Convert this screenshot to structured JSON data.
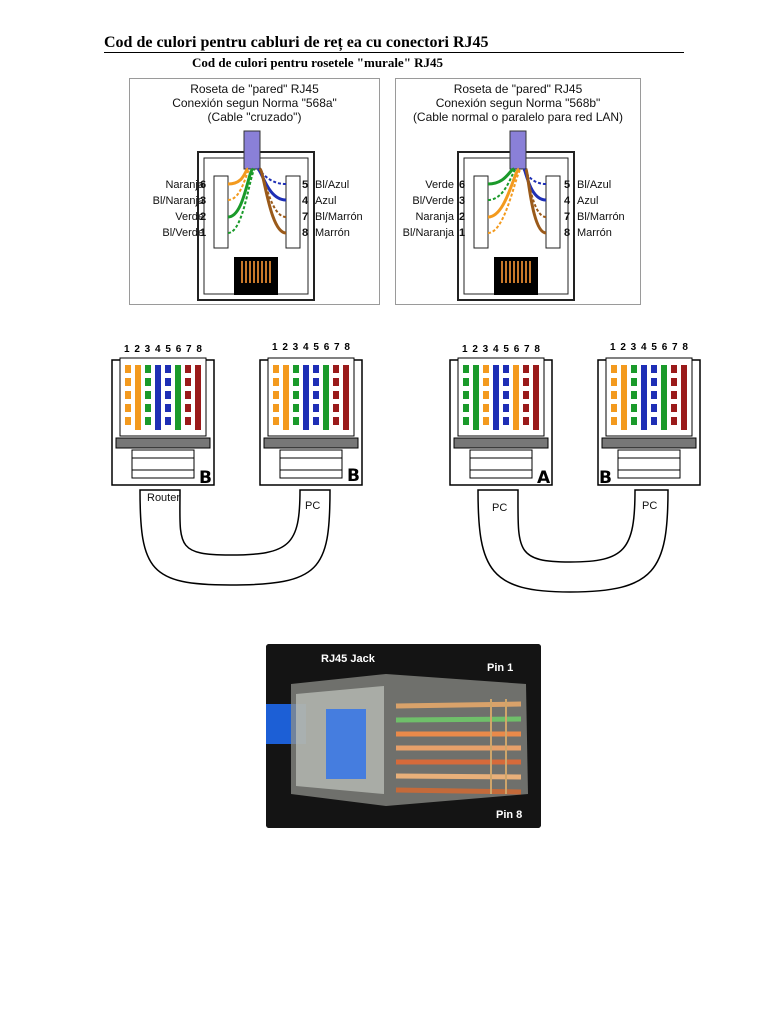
{
  "document": {
    "title": "Cod de culori pentru cabluri de reț ea cu conectori RJ45",
    "subtitle": "Cod de culori pentru rosetele \"murale\" RJ45"
  },
  "wall_jacks": [
    {
      "heading": [
        "Roseta de \"pared\" RJ45",
        "Conexión segun Norma \"568a\"",
        "(Cable \"cruzado\")"
      ],
      "left_pins": [
        {
          "pin": "6",
          "label": "Naranja"
        },
        {
          "pin": "3",
          "label": "Bl/Naranja"
        },
        {
          "pin": "2",
          "label": "Verde"
        },
        {
          "pin": "1",
          "label": "Bl/Verde"
        }
      ],
      "right_pins": [
        {
          "pin": "5",
          "label": "Bl/Azul"
        },
        {
          "pin": "4",
          "label": "Azul"
        },
        {
          "pin": "7",
          "label": "Bl/Marrón"
        },
        {
          "pin": "8",
          "label": "Marrón"
        }
      ]
    },
    {
      "heading": [
        "Roseta de \"pared\" RJ45",
        "Conexión segun Norma \"568b\"",
        "(Cable normal o paralelo para red LAN)"
      ],
      "left_pins": [
        {
          "pin": "6",
          "label": "Verde"
        },
        {
          "pin": "3",
          "label": "Bl/Verde"
        },
        {
          "pin": "2",
          "label": "Naranja"
        },
        {
          "pin": "1",
          "label": "Bl/Naranja"
        }
      ],
      "right_pins": [
        {
          "pin": "5",
          "label": "Bl/Azul"
        },
        {
          "pin": "4",
          "label": "Azul"
        },
        {
          "pin": "7",
          "label": "Bl/Marrón"
        },
        {
          "pin": "8",
          "label": "Marrón"
        }
      ]
    }
  ],
  "cables": [
    {
      "left": {
        "pins": "1 2 3 4 5 6 7 8",
        "standard": "B",
        "device": "Router"
      },
      "right": {
        "pins": "1 2 3 4 5 6 7 8",
        "standard": "B",
        "device": "PC"
      }
    },
    {
      "left": {
        "pins": "1 2 3 4 5 6 7 8",
        "standard": "A",
        "device": "PC"
      },
      "right": {
        "pins": "1 2 3 4 5 6 7 8",
        "standard": "B",
        "device": "PC"
      }
    }
  ],
  "photo": {
    "title": "RJ45 Jack",
    "pin_top": "Pin 1",
    "pin_bottom": "Pin 8"
  },
  "colors": {
    "orange": "#f39a1e",
    "green": "#1a9a2a",
    "blue": "#1e2fb5",
    "brown": "#9a1a1a",
    "white": "#ffffff"
  }
}
